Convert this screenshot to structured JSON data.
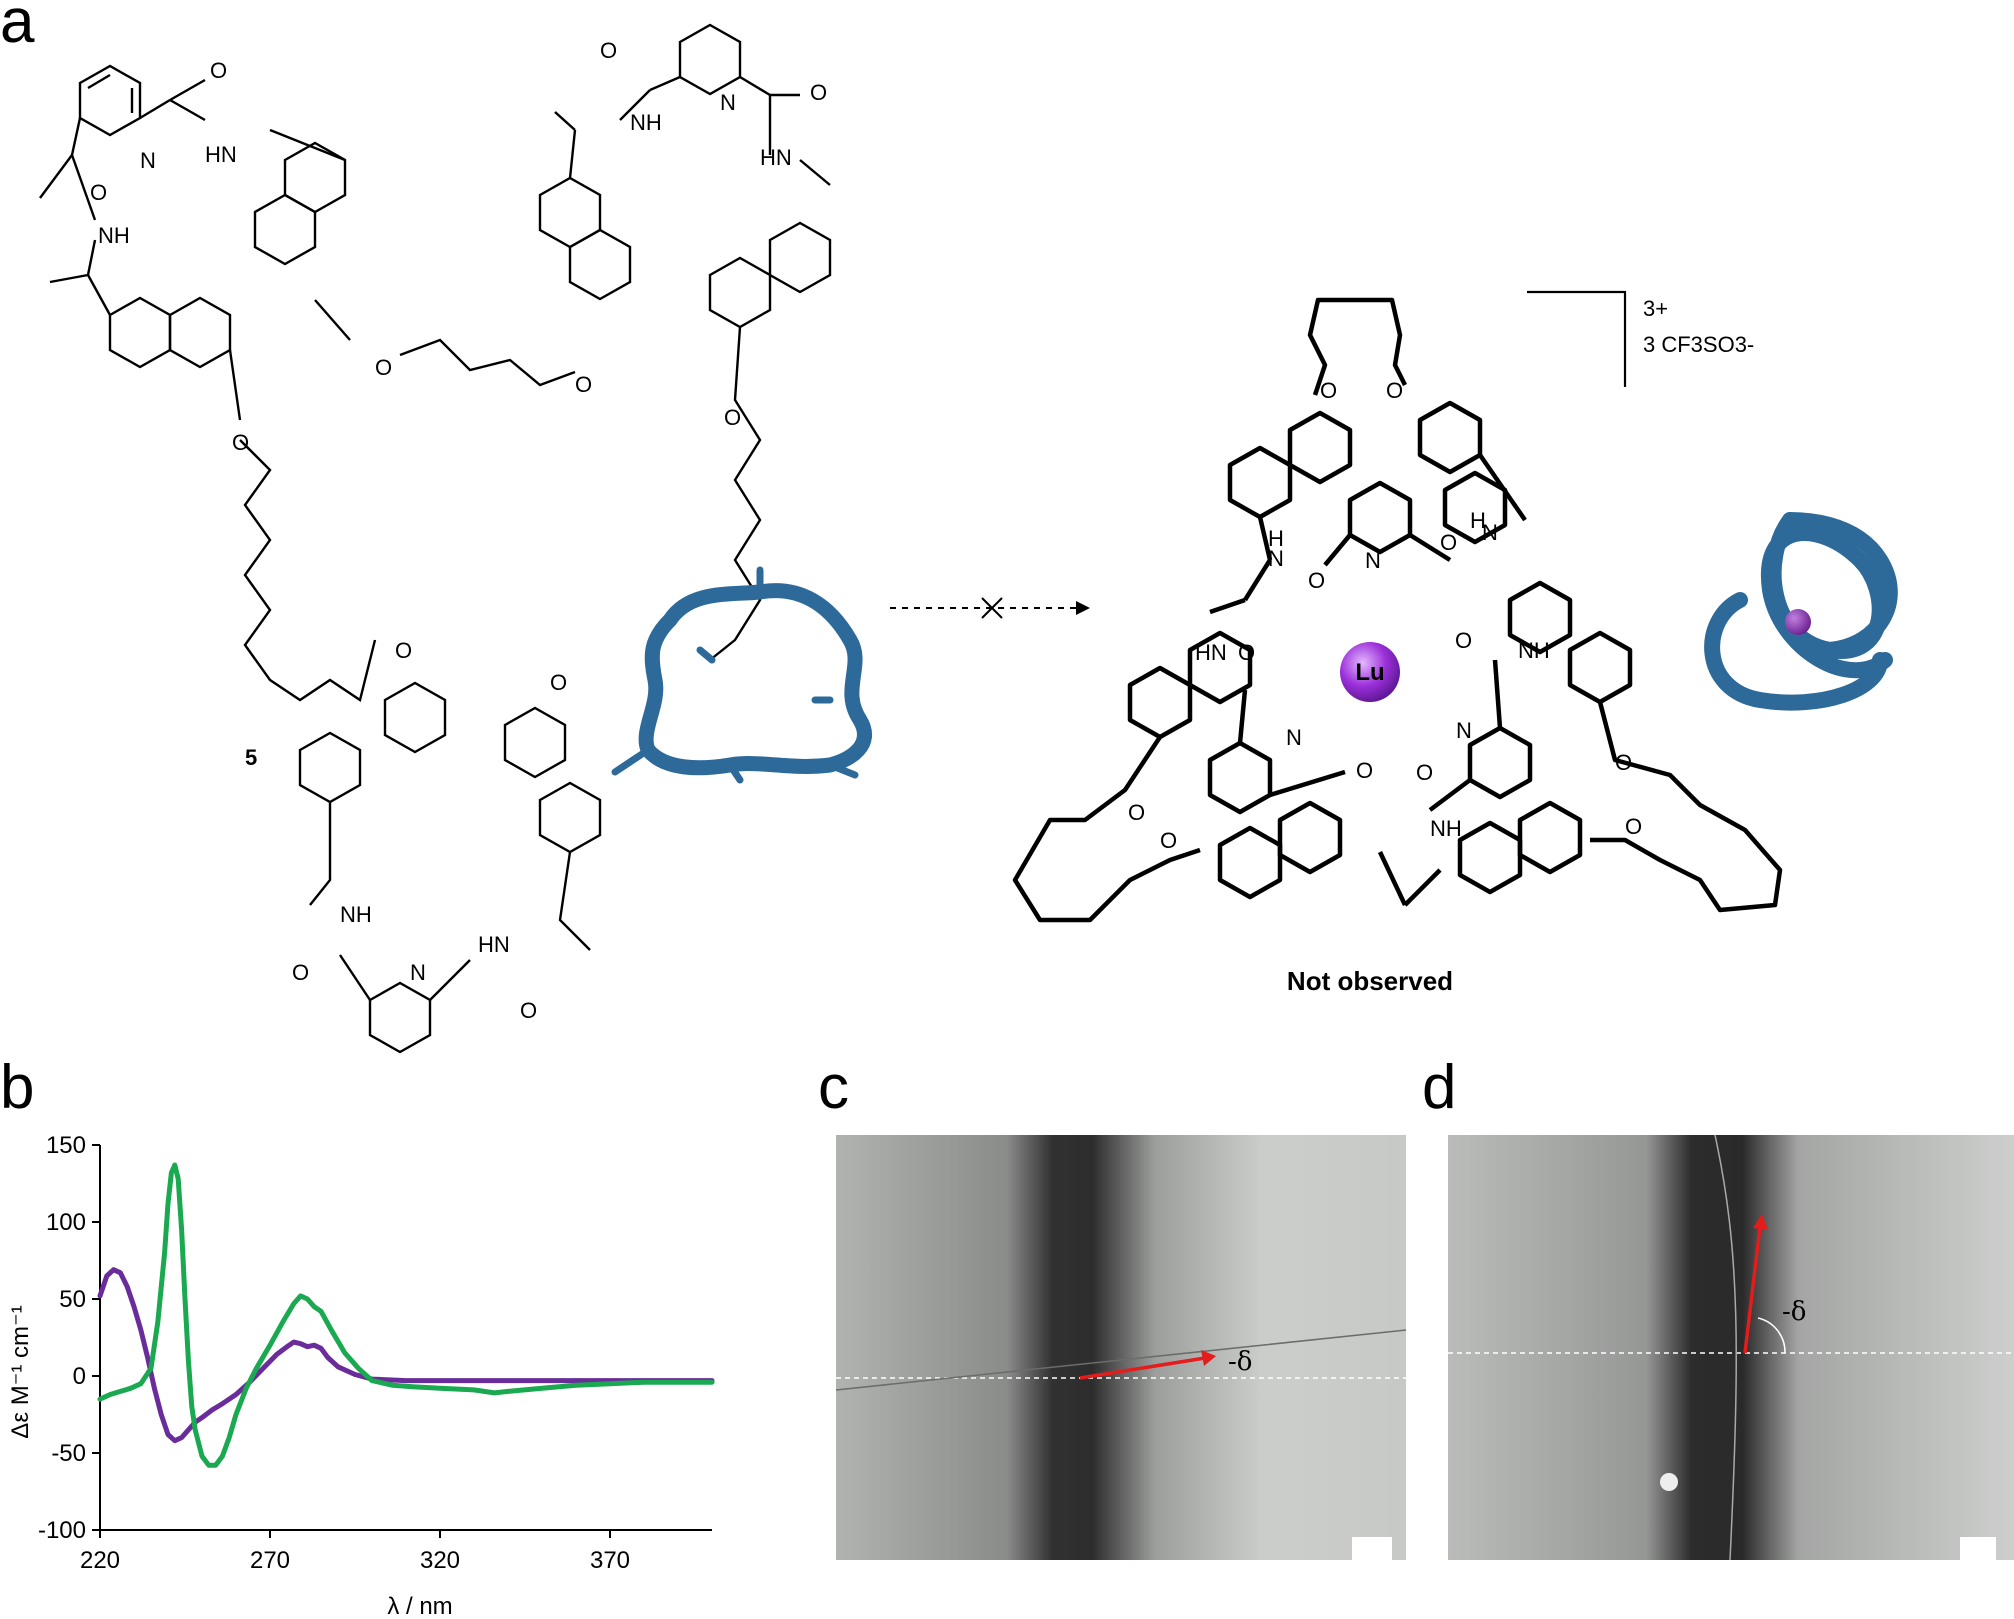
{
  "panels": {
    "a": "a",
    "b": "b",
    "c": "c",
    "d": "d"
  },
  "scheme": {
    "compound_number": "5",
    "charge": "3+",
    "counterion": "3 CF3SO3-",
    "metal": "Lu",
    "caption": "Not observed",
    "atom_labels": [
      "N",
      "O",
      "NH",
      "HN",
      "H"
    ]
  },
  "micrographs": {
    "c_label": "-δ",
    "d_label": "-δ"
  },
  "colors": {
    "series_purple": "#6a2c9a",
    "series_green": "#1aa850",
    "tube_blue": "#2d6a9a",
    "arrow_red": "#e41c1c",
    "lu_sphere": "#9b30d9"
  },
  "chart_data": {
    "type": "line",
    "xlabel": "λ / nm",
    "ylabel": "Δε M⁻¹ cm⁻¹",
    "xlim": [
      220,
      400
    ],
    "ylim": [
      -100,
      150
    ],
    "xticks": [
      220,
      270,
      320,
      370
    ],
    "yticks": [
      150,
      100,
      50,
      0,
      -50,
      -100
    ],
    "grid": false,
    "series": [
      {
        "color": "#6a2c9a",
        "x": [
          220,
          222,
          224,
          226,
          228,
          230,
          232,
          234,
          236,
          238,
          240,
          242,
          244,
          246,
          248,
          250,
          253,
          256,
          260,
          264,
          268,
          272,
          275,
          277,
          279,
          281,
          283,
          285,
          287,
          290,
          295,
          300,
          310,
          320,
          330,
          340,
          350,
          360,
          370,
          380,
          390,
          400
        ],
        "y": [
          52,
          65,
          69,
          67,
          58,
          45,
          30,
          12,
          -8,
          -25,
          -38,
          -42,
          -40,
          -35,
          -30,
          -27,
          -22,
          -18,
          -12,
          -4,
          5,
          14,
          19,
          22,
          21,
          19,
          20,
          18,
          12,
          6,
          1,
          -2,
          -3,
          -3,
          -3,
          -3,
          -3,
          -3,
          -3,
          -3,
          -3,
          -3
        ]
      },
      {
        "color": "#1aa850",
        "x": [
          220,
          223,
          226,
          229,
          232,
          235,
          237,
          239,
          240,
          241,
          242,
          243,
          244,
          245,
          246,
          247,
          248,
          250,
          252,
          254,
          256,
          258,
          260,
          263,
          266,
          270,
          274,
          277,
          279,
          281,
          283,
          285,
          288,
          292,
          296,
          300,
          306,
          312,
          320,
          330,
          336,
          340,
          350,
          360,
          370,
          380,
          390,
          400
        ],
        "y": [
          -15,
          -12,
          -10,
          -8,
          -5,
          5,
          35,
          80,
          112,
          132,
          137,
          128,
          95,
          50,
          10,
          -20,
          -35,
          -52,
          -58,
          -58,
          -52,
          -40,
          -25,
          -8,
          5,
          20,
          36,
          47,
          52,
          50,
          45,
          42,
          30,
          15,
          5,
          -3,
          -6,
          -7,
          -8,
          -9,
          -11,
          -10,
          -8,
          -6,
          -5,
          -4,
          -4,
          -4
        ]
      }
    ]
  }
}
